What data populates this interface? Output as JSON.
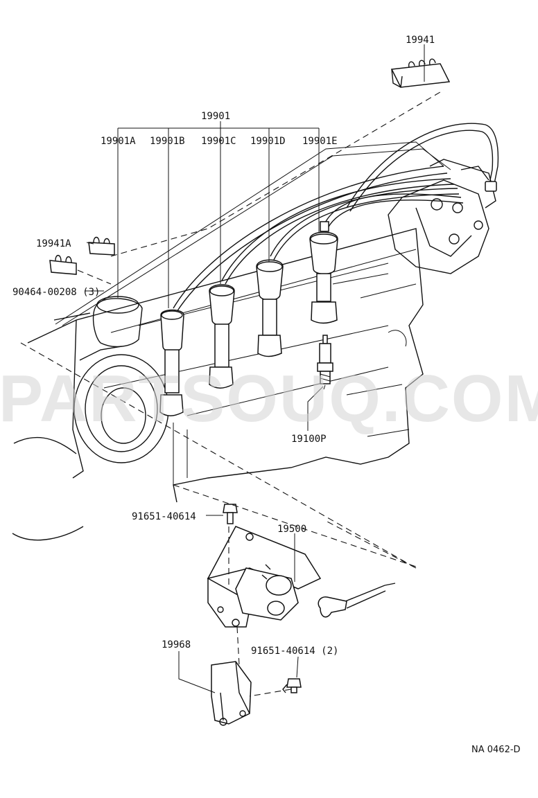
{
  "watermark": "PARTSOUQ.COM",
  "drawing_code": "NA 0462-D",
  "callouts": {
    "p19941": "19941",
    "p19901": "19901",
    "p19901A": "19901A",
    "p19901B": "19901B",
    "p19901C": "19901C",
    "p19901D": "19901D",
    "p19901E": "19901E",
    "p19941A": "19941A",
    "p90464": "90464-00208 (3)",
    "p19100P": "19100P",
    "p91651a": "91651-40614",
    "p19500": "19500",
    "p19968": "19968",
    "p91651b": "91651-40614 (2)"
  },
  "colors": {
    "ink": "#111111",
    "watermark": "#d3d3d3",
    "background": "#ffffff"
  }
}
